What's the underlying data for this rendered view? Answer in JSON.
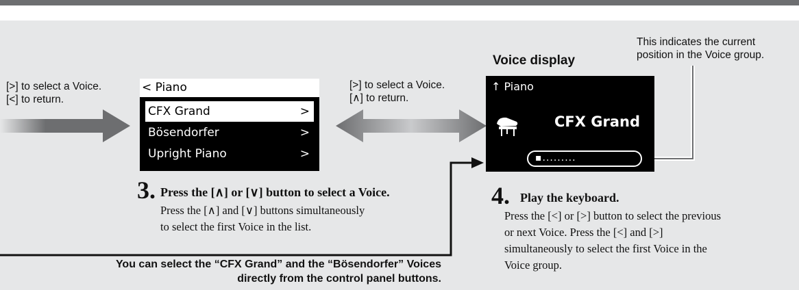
{
  "left_hint": {
    "line1": "[>] to select a Voice.",
    "line2": "[<] to return."
  },
  "menu_screen": {
    "header": "< Piano",
    "items": [
      {
        "label": "CFX Grand",
        "chevron": ">"
      },
      {
        "label": "Bösendorfer",
        "chevron": ">"
      },
      {
        "label": "Upright Piano",
        "chevron": ">"
      }
    ]
  },
  "middle_hint": {
    "line1": "[>] to select a Voice.",
    "line2": "[∧] to return."
  },
  "voice_display": {
    "title": "Voice display",
    "category": "↑ Piano",
    "voice_name": "CFX Grand",
    "position_indicator": "▪.........",
    "icon": "grand-piano-icon"
  },
  "callout": {
    "line1": "This indicates the current",
    "line2": "position in the Voice group."
  },
  "step3": {
    "number": "3.",
    "title": "Press the [∧] or [∨] button to select a Voice.",
    "body_line1": "Press the [∧] and [∨] buttons simultaneously",
    "body_line2": "to select the first Voice in the list."
  },
  "step4": {
    "number": "4.",
    "title": "Play the keyboard.",
    "body_lines": [
      "Press the [<] or [>] button to select the previous",
      "or next Voice. Press the [<] and [>]",
      "simultaneously to select the first Voice in the",
      "Voice group."
    ]
  },
  "note": {
    "line1": "You can select the “CFX Grand” and the “Bösendorfer” Voices",
    "line2": "directly from the control panel buttons."
  },
  "colors": {
    "arrow": "#6d6e70",
    "panel_bg": "#e6e7e8",
    "lcd_bg": "#000000"
  }
}
